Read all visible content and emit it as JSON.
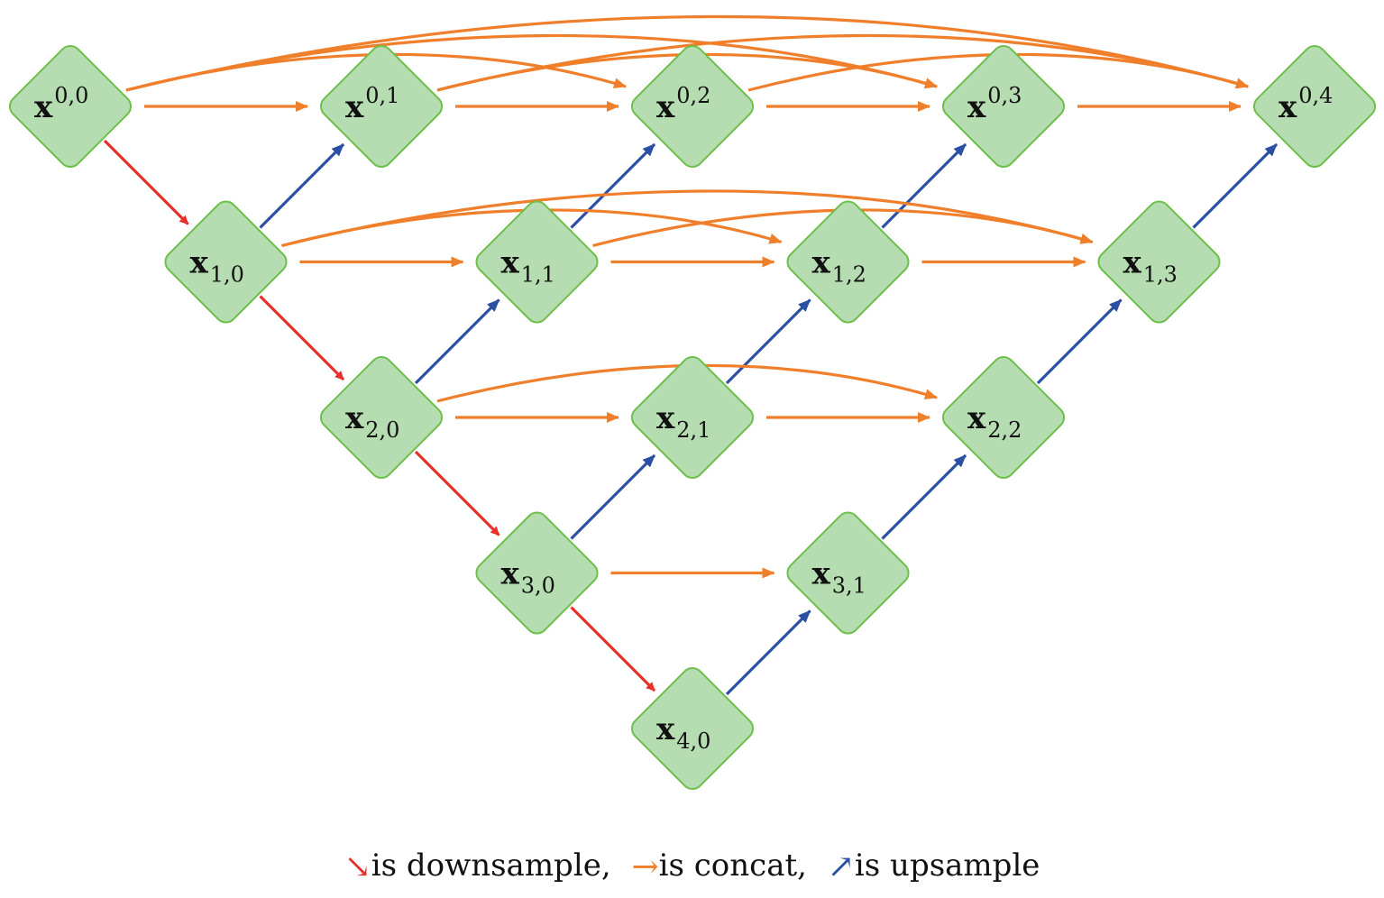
{
  "colors": {
    "node_fill": "#b5ddb1",
    "node_stroke": "#6ebf4b",
    "downsample": "#e8302a",
    "concat": "#f07f2c",
    "upsample": "#2b4fa3"
  },
  "nodes": [
    {
      "id": "x00",
      "var": "x",
      "i": 0,
      "j": 0,
      "label": "0,0",
      "position": "sup"
    },
    {
      "id": "x01",
      "var": "x",
      "i": 0,
      "j": 1,
      "label": "0,1",
      "position": "sup"
    },
    {
      "id": "x02",
      "var": "x",
      "i": 0,
      "j": 2,
      "label": "0,2",
      "position": "sup"
    },
    {
      "id": "x03",
      "var": "x",
      "i": 0,
      "j": 3,
      "label": "0,3",
      "position": "sup"
    },
    {
      "id": "x04",
      "var": "x",
      "i": 0,
      "j": 4,
      "label": "0,4",
      "position": "sup"
    },
    {
      "id": "x10",
      "var": "x",
      "i": 1,
      "j": 0,
      "label": "1,0",
      "position": "sub"
    },
    {
      "id": "x11",
      "var": "x",
      "i": 1,
      "j": 1,
      "label": "1,1",
      "position": "sub"
    },
    {
      "id": "x12",
      "var": "x",
      "i": 1,
      "j": 2,
      "label": "1,2",
      "position": "sub"
    },
    {
      "id": "x13",
      "var": "x",
      "i": 1,
      "j": 3,
      "label": "1,3",
      "position": "sub"
    },
    {
      "id": "x20",
      "var": "x",
      "i": 2,
      "j": 0,
      "label": "2,0",
      "position": "sub"
    },
    {
      "id": "x21",
      "var": "x",
      "i": 2,
      "j": 1,
      "label": "2,1",
      "position": "sub"
    },
    {
      "id": "x22",
      "var": "x",
      "i": 2,
      "j": 2,
      "label": "2,2",
      "position": "sub"
    },
    {
      "id": "x30",
      "var": "x",
      "i": 3,
      "j": 0,
      "label": "3,0",
      "position": "sub"
    },
    {
      "id": "x31",
      "var": "x",
      "i": 3,
      "j": 1,
      "label": "3,1",
      "position": "sub"
    },
    {
      "id": "x40",
      "var": "x",
      "i": 4,
      "j": 0,
      "label": "4,0",
      "position": "sub"
    }
  ],
  "edges": {
    "downsample": [
      [
        "x00",
        "x10"
      ],
      [
        "x10",
        "x20"
      ],
      [
        "x20",
        "x30"
      ],
      [
        "x30",
        "x40"
      ]
    ],
    "upsample": [
      [
        "x10",
        "x01"
      ],
      [
        "x11",
        "x02"
      ],
      [
        "x12",
        "x03"
      ],
      [
        "x13",
        "x04"
      ],
      [
        "x20",
        "x11"
      ],
      [
        "x21",
        "x12"
      ],
      [
        "x22",
        "x13"
      ],
      [
        "x30",
        "x21"
      ],
      [
        "x31",
        "x22"
      ],
      [
        "x40",
        "x31"
      ]
    ],
    "concat": [
      [
        "x00",
        "x01"
      ],
      [
        "x01",
        "x02"
      ],
      [
        "x02",
        "x03"
      ],
      [
        "x03",
        "x04"
      ],
      [
        "x00",
        "x02"
      ],
      [
        "x00",
        "x03"
      ],
      [
        "x00",
        "x04"
      ],
      [
        "x01",
        "x03"
      ],
      [
        "x01",
        "x04"
      ],
      [
        "x02",
        "x04"
      ],
      [
        "x10",
        "x11"
      ],
      [
        "x11",
        "x12"
      ],
      [
        "x12",
        "x13"
      ],
      [
        "x10",
        "x12"
      ],
      [
        "x10",
        "x13"
      ],
      [
        "x11",
        "x13"
      ],
      [
        "x20",
        "x21"
      ],
      [
        "x21",
        "x22"
      ],
      [
        "x20",
        "x22"
      ],
      [
        "x30",
        "x31"
      ]
    ]
  },
  "legend": {
    "downsample_glyph": "↘",
    "downsample_text": "is downsample,",
    "concat_glyph": "→",
    "concat_text": "is concat,",
    "upsample_glyph": "↗",
    "upsample_text": "is upsample"
  }
}
